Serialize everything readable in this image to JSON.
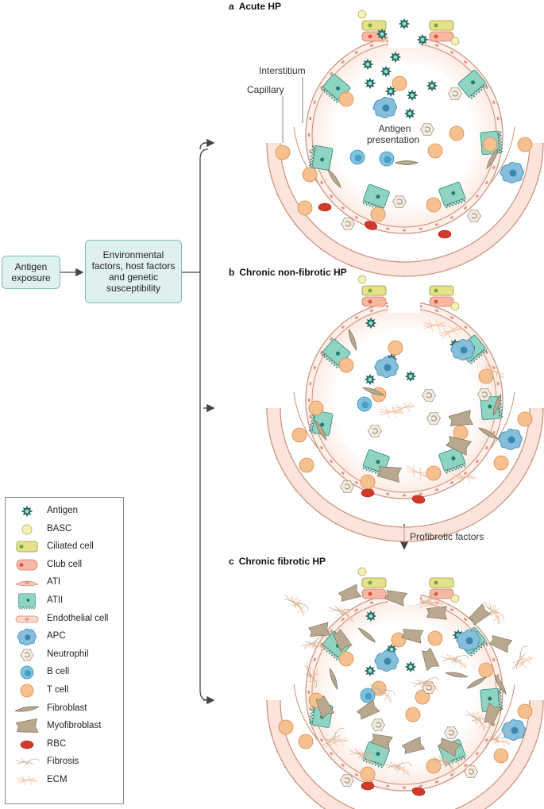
{
  "flow": {
    "antigen_exposure": "Antigen exposure",
    "factors": "Environmental factors, host factors and genetic susceptibility"
  },
  "panels": [
    {
      "letter": "a",
      "title": "Acute HP"
    },
    {
      "letter": "b",
      "title": "Chronic non-fibrotic HP"
    },
    {
      "letter": "c",
      "title": "Chronic fibrotic HP"
    }
  ],
  "annotations": {
    "interstitium": "Interstitium",
    "capillary": "Capillary",
    "antigen_presentation_1": "Antigen",
    "antigen_presentation_2": "presentation",
    "profibrotic": "Profibrotic factors"
  },
  "legend": [
    {
      "icon": "antigen-icon",
      "label": "Antigen"
    },
    {
      "icon": "basc-icon",
      "label": "BASC"
    },
    {
      "icon": "ciliated-cell-icon",
      "label": "Ciliated cell"
    },
    {
      "icon": "club-cell-icon",
      "label": "Club cell"
    },
    {
      "icon": "ati-icon",
      "label": "ATI"
    },
    {
      "icon": "atii-icon",
      "label": "ATII"
    },
    {
      "icon": "endothelial-cell-icon",
      "label": "Endothelial cell"
    },
    {
      "icon": "apc-icon",
      "label": "APC"
    },
    {
      "icon": "neutrophil-icon",
      "label": "Neutrophil"
    },
    {
      "icon": "b-cell-icon",
      "label": "B cell"
    },
    {
      "icon": "t-cell-icon",
      "label": "T cell"
    },
    {
      "icon": "fibroblast-icon",
      "label": "Fibroblast"
    },
    {
      "icon": "myofibroblast-icon",
      "label": "Myofibroblast"
    },
    {
      "icon": "rbc-icon",
      "label": "RBC"
    },
    {
      "icon": "fibrosis-icon",
      "label": "Fibrosis"
    },
    {
      "icon": "ecm-icon",
      "label": "ECM"
    }
  ],
  "colors": {
    "teal_box": "#dff1ee",
    "atii": "#8fd3c3",
    "t_cell": "#f7c08f",
    "b_cell": "#7fc3df",
    "apc": "#86bfdc",
    "antigen": "#2e7d74",
    "rbc": "#d43a2a",
    "capillary": "#fbd9cb",
    "fibroblast": "#b8a890",
    "ecm": "#f2b89a"
  }
}
